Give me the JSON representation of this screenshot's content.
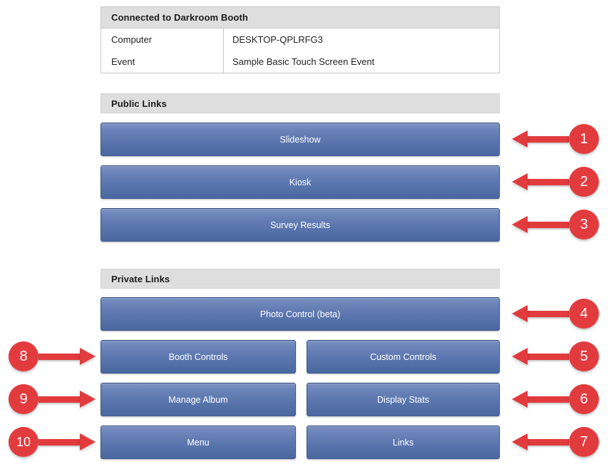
{
  "connection": {
    "title": "Connected to Darkroom Booth",
    "rows": [
      {
        "label": "Computer",
        "value": "DESKTOP-QPLRFG3"
      },
      {
        "label": "Event",
        "value": "Sample Basic Touch Screen Event"
      }
    ]
  },
  "public_section": {
    "title": "Public Links",
    "buttons": [
      {
        "label": "Slideshow"
      },
      {
        "label": "Kiosk"
      },
      {
        "label": "Survey Results"
      }
    ]
  },
  "private_section": {
    "title": "Private Links",
    "buttons": [
      {
        "label": "Photo Control (beta)"
      },
      {
        "label": "Booth Controls"
      },
      {
        "label": "Custom Controls"
      },
      {
        "label": "Manage Album"
      },
      {
        "label": "Display Stats"
      },
      {
        "label": "Menu"
      },
      {
        "label": "Links"
      }
    ]
  },
  "annotations": [
    {
      "number": "1",
      "direction": "left",
      "target": "Slideshow"
    },
    {
      "number": "2",
      "direction": "left",
      "target": "Kiosk"
    },
    {
      "number": "3",
      "direction": "left",
      "target": "Survey Results"
    },
    {
      "number": "4",
      "direction": "left",
      "target": "Photo Control (beta)"
    },
    {
      "number": "5",
      "direction": "left",
      "target": "Custom Controls"
    },
    {
      "number": "6",
      "direction": "left",
      "target": "Display Stats"
    },
    {
      "number": "7",
      "direction": "left",
      "target": "Links"
    },
    {
      "number": "8",
      "direction": "right",
      "target": "Booth Controls"
    },
    {
      "number": "9",
      "direction": "right",
      "target": "Manage Album"
    },
    {
      "number": "10",
      "direction": "right",
      "target": "Menu"
    }
  ],
  "colors": {
    "button_gradient_top": "#7e93c4",
    "button_gradient_bottom": "#4a679f",
    "button_border": "#3d5a93",
    "annotation_red": "#e23b3e",
    "section_header_bg": "#dedede",
    "page_bg": "#ffffff"
  }
}
